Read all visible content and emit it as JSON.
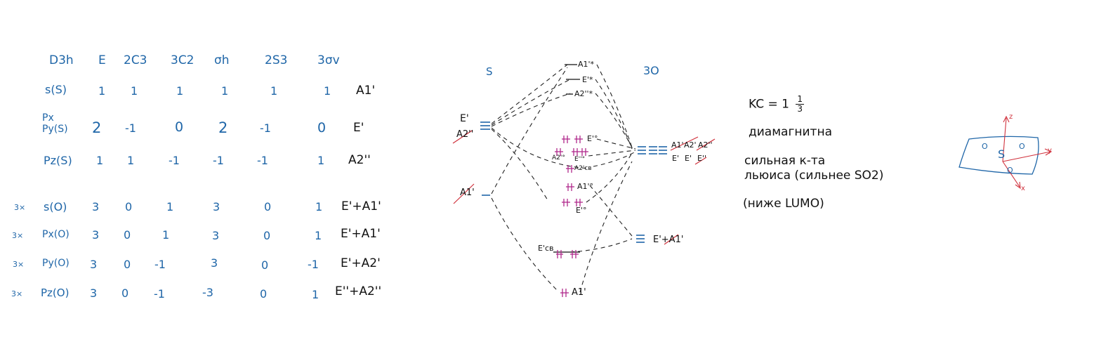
{
  "character_table": {
    "header": [
      "D3h",
      "E",
      "2C3",
      "3C2",
      "σh",
      "2S3",
      "3σv"
    ],
    "rows": [
      {
        "mult": "",
        "label": "s(S)",
        "values": [
          "1",
          "1",
          "1",
          "1",
          "1",
          "1"
        ],
        "irrep": "A1'"
      },
      {
        "mult": "",
        "label": "Px\nPy(S)",
        "values": [
          "2",
          "-1",
          "0",
          "2",
          "-1",
          "0"
        ],
        "irrep": "E'"
      },
      {
        "mult": "",
        "label": "Pz(S)",
        "values": [
          "1",
          "1",
          "-1",
          "-1",
          "-1",
          "1"
        ],
        "irrep": "A2''"
      },
      {
        "mult": "3×",
        "label": "s(O)",
        "values": [
          "3",
          "0",
          "1",
          "3",
          "0",
          "1"
        ],
        "irrep": "E'+A1'"
      },
      {
        "mult": "3×",
        "label": "Px(O)",
        "values": [
          "3",
          "0",
          "1",
          "3",
          "0",
          "1"
        ],
        "irrep": "E'+A1'"
      },
      {
        "mult": "3×",
        "label": "Py(O)",
        "values": [
          "3",
          "0",
          "-1",
          "3",
          "0",
          "-1"
        ],
        "irrep": "E'+A2'"
      },
      {
        "mult": "3×",
        "label": "Pz(O)",
        "values": [
          "3",
          "0",
          "-1",
          "-3",
          "0",
          "1"
        ],
        "irrep": "E''+A2''"
      }
    ]
  },
  "mo_diagram": {
    "left_title": "S",
    "right_title": "3O",
    "left_levels": [
      "E'",
      "A2''",
      "A1'"
    ],
    "right_upper_labels": [
      "A1'",
      "A2'",
      "A2''",
      "E'",
      "E'",
      "E''"
    ],
    "right_lower_label": "E'+A1'",
    "mo_labels": [
      "A1'*",
      "E'*",
      "A2''*",
      "E'°",
      "E''°",
      "A2'°",
      "A2'св",
      "A1'°",
      "E'°",
      "E'св",
      "A1'"
    ]
  },
  "notes": {
    "bond_order_prefix": "KC = 1",
    "bond_order_frac_num": "1",
    "bond_order_frac_den": "3",
    "magnetism": "диамагнитна",
    "acid_line1": "сильная к-та",
    "acid_line2": "льюиса (сильнее SO2)",
    "lumo": "(ниже LUMO)"
  },
  "molecule": {
    "center": "S",
    "oxygen_left": "O",
    "oxygen_right": "O",
    "oxygen_bottom": "O",
    "axis_x": "x",
    "axis_y": "y",
    "axis_z": "z"
  },
  "colors": {
    "ink_blue": "#1f66a8",
    "ink_black": "#111111",
    "ink_red": "#d0313c",
    "ink_purple": "#b0288c"
  }
}
